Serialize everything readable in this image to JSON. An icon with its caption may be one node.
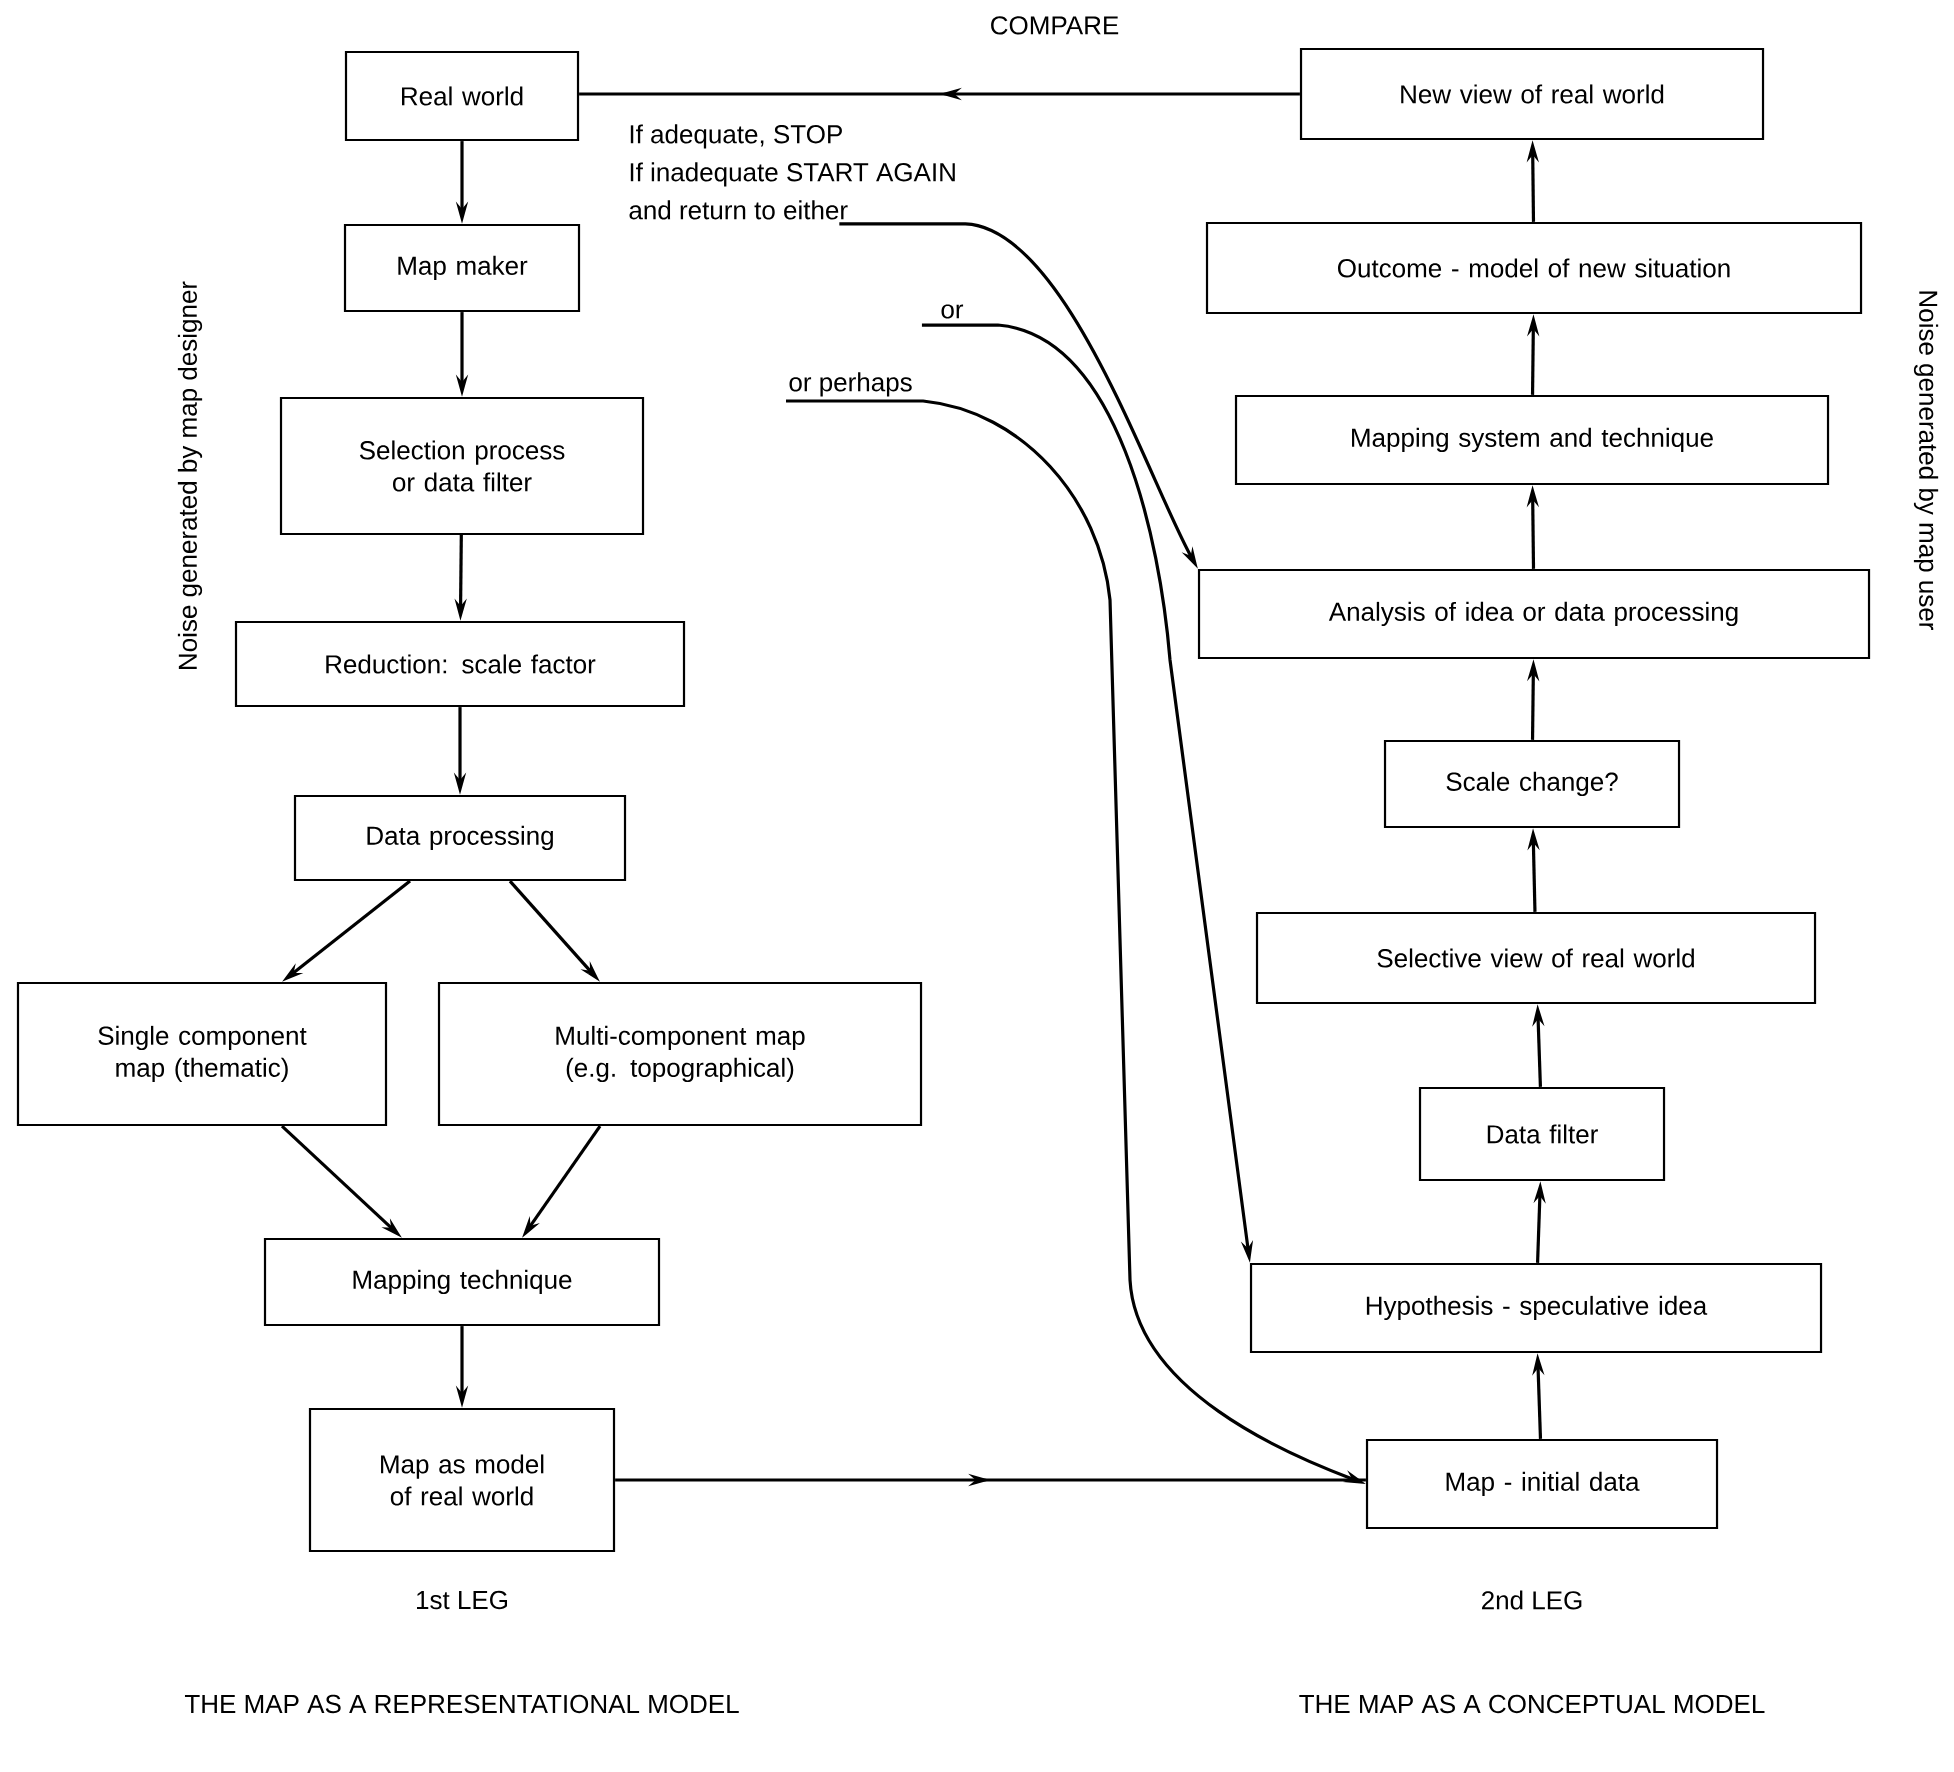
{
  "diagram": {
    "nodes": [
      {
        "text": [
          "Real world"
        ]
      },
      {
        "text": [
          "Map maker"
        ]
      },
      {
        "text": [
          "Selection process or data filter"
        ]
      },
      {
        "text": [
          "Reduction: scale factor"
        ]
      },
      {
        "text": [
          "Data processing"
        ]
      },
      {
        "text": [
          "Single component map (thematic)"
        ]
      },
      {
        "text": [
          "Multi-component map (e.g. topographical)"
        ]
      },
      {
        "text": [
          "Mapping technique"
        ]
      },
      {
        "text": [
          "Map as model of real world"
        ]
      },
      {
        "text": [
          "New view of real world"
        ]
      },
      {
        "text": [
          "Outcome - model of new situation"
        ]
      },
      {
        "text": [
          "Mapping system and technique"
        ]
      },
      {
        "text": [
          "Analysis of idea or data processing"
        ]
      },
      {
        "text": [
          "Scale change?"
        ]
      },
      {
        "text": [
          "Selective view of real world"
        ]
      },
      {
        "text": [
          "Data filter"
        ]
      },
      {
        "text": [
          "Hypothesis - speculative idea"
        ]
      },
      {
        "text": [
          "Map - initial data"
        ]
      },
      {
        "text": [
          "If adequate, STOP",
          "If inadequate START AGAIN",
          "and return to either"
        ]
      },
      {
        "text": [
          "or"
        ]
      },
      {
        "text": [
          "or perhaps"
        ]
      }
    ],
    "edges": [
      {
        "from": 0,
        "to": 1,
        "arrow": "to"
      },
      {
        "from": 1,
        "to": 2,
        "arrow": "to"
      },
      {
        "from": 2,
        "to": 3,
        "arrow": "to"
      },
      {
        "from": 3,
        "to": 4,
        "arrow": "to"
      },
      {
        "from": 4,
        "to": 5,
        "arrow": "to"
      },
      {
        "from": 4,
        "to": 6,
        "arrow": "to"
      },
      {
        "from": 5,
        "to": 7,
        "arrow": "to"
      },
      {
        "from": 6,
        "to": 7,
        "arrow": "to"
      },
      {
        "from": 7,
        "to": 8,
        "arrow": "to"
      },
      {
        "from": 8,
        "to": 17,
        "arrow": "to"
      },
      {
        "from": 17,
        "to": 16,
        "arrow": "to"
      },
      {
        "from": 16,
        "to": 15,
        "arrow": "to"
      },
      {
        "from": 15,
        "to": 14,
        "arrow": "to"
      },
      {
        "from": 14,
        "to": 13,
        "arrow": "to"
      },
      {
        "from": 13,
        "to": 12,
        "arrow": "to"
      },
      {
        "from": 12,
        "to": 11,
        "arrow": "to"
      },
      {
        "from": 11,
        "to": 10,
        "arrow": "to"
      },
      {
        "from": 10,
        "to": 9,
        "arrow": "to"
      },
      {
        "from": 9,
        "to": 0,
        "arrow": "to",
        "label": "COMPARE"
      },
      {
        "from": 18,
        "to": 12,
        "arrow": "to"
      },
      {
        "from": 19,
        "to": 16,
        "arrow": "to"
      },
      {
        "from": 20,
        "to": 17,
        "arrow": "to"
      }
    ],
    "labels": [
      "Noise generated by map designer",
      "Noise generated by map user",
      "1st LEG",
      "2nd LEG",
      "THE MAP AS A REPRESENTATIONAL MODEL",
      "THE MAP AS A CONCEPTUAL MODEL"
    ]
  }
}
